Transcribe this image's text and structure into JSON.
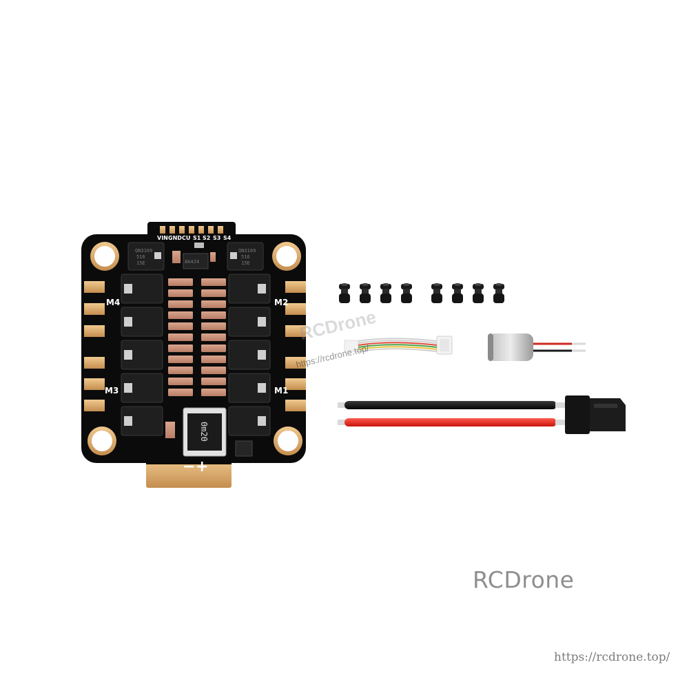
{
  "watermark": {
    "brand": "RCDrone",
    "url": "https://rcdrone.top/",
    "overlay_brand": "RCDrone",
    "overlay_url": "https://rcdrone.top/"
  },
  "board": {
    "pad_labels": [
      "VIN",
      "GND",
      "CU",
      "S1",
      "S2",
      "S3",
      "S4"
    ],
    "motor_labels": {
      "m4": "M4",
      "m3": "M3",
      "m2": "M2",
      "m1": "M1"
    },
    "power_labels": {
      "minus": "−",
      "plus": "+"
    },
    "shunt_label": "0m20",
    "chip_label": "QN3109",
    "chip_code": "516",
    "chip_code2": "15E",
    "regulator_label": "8A4J4"
  },
  "colors": {
    "pcb": "#0b0b0b",
    "gold": "#d9a766",
    "capacitor": "#c8917a",
    "wire_red": "#e5221c",
    "wire_black": "#111111"
  },
  "accessories": {
    "grommet_count": 8,
    "cable_wire_colors": [
      "#d0d0d0",
      "#d0d0d0",
      "#e04a3a",
      "#4aa04a",
      "#e6c23a",
      "#d0d0d0"
    ]
  }
}
